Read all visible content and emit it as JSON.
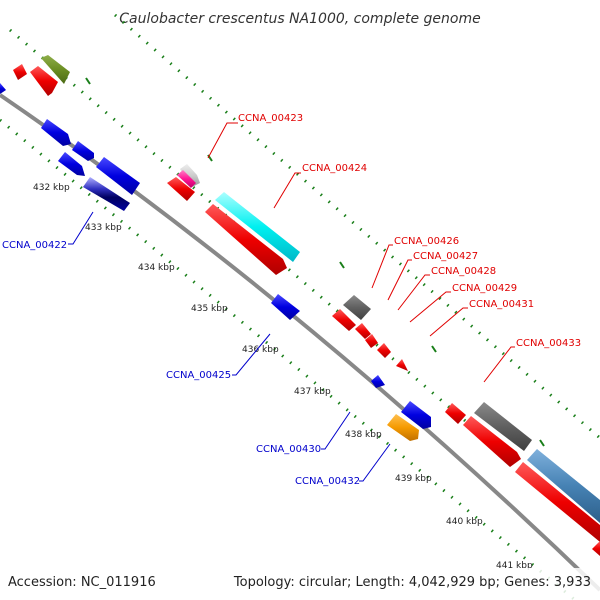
{
  "title": "Caulobacter crescentus NA1000, complete genome",
  "footer": {
    "accession": "Accession: NC_011916",
    "topology": "Topology: circular; Length: 4,042,929 bp; Genes: 3,933"
  },
  "colors": {
    "backbone": "#888888",
    "tick_green": "#1a7f1a",
    "forward_label": "#e00000",
    "reverse_label": "#0000cc"
  },
  "kbp_labels": [
    "432 kbp",
    "433 kbp",
    "434 kbp",
    "435 kbp",
    "436 kbp",
    "437 kbp",
    "438 kbp",
    "439 kbp",
    "440 kbp",
    "441 kbp"
  ],
  "gene_labels": {
    "forward": [
      "CCNA_00423",
      "CCNA_00424",
      "CCNA_00426",
      "CCNA_00427",
      "CCNA_00428",
      "CCNA_00429",
      "CCNA_00431",
      "CCNA_00433"
    ],
    "reverse": [
      "CCNA_00422",
      "CCNA_00425",
      "CCNA_00430",
      "CCNA_00432"
    ]
  }
}
